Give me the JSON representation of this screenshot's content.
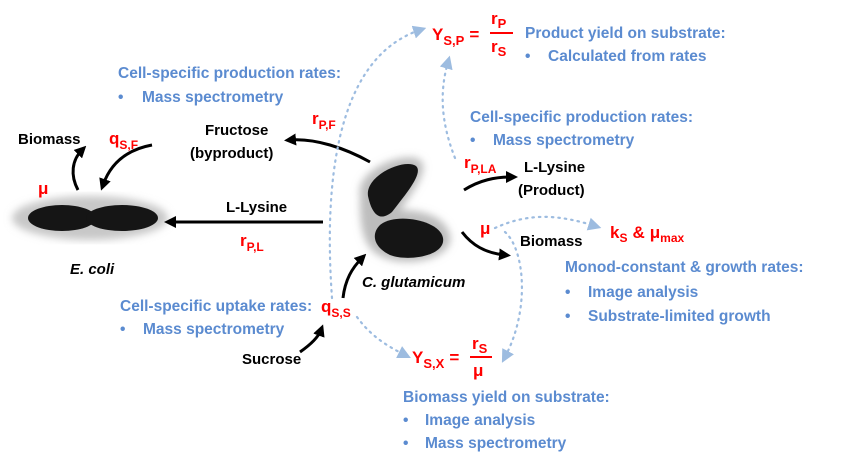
{
  "left_info": {
    "title": "Cell-specific production rates:",
    "bullets": [
      "Mass spectrometry"
    ]
  },
  "left_biomass": "Biomass",
  "q_sf": {
    "main": "q",
    "sub": "S,F"
  },
  "mu_left": "μ",
  "fructose": {
    "line1": "Fructose",
    "line2": "(byproduct)"
  },
  "r_pf": {
    "main": "r",
    "sub": "P,F"
  },
  "l_lysine_left": "L-Lysine",
  "r_pl": {
    "main": "r",
    "sub": "P,L"
  },
  "ecoli_label": "E. coli",
  "cglut_label": "C. glutamicum",
  "ysp": {
    "main": "Y",
    "sub": "S,P",
    "eq": "=",
    "num_main": "r",
    "num_sub": "P",
    "den_main": "r",
    "den_sub": "S"
  },
  "product_yield": {
    "title": "Product yield on substrate:",
    "bullets": [
      "Calculated from rates"
    ]
  },
  "right_info": {
    "title": "Cell-specific production rates:",
    "bullets": [
      "Mass spectrometry"
    ]
  },
  "r_pla": {
    "main": "r",
    "sub": "P,LA"
  },
  "l_lysine_product": {
    "line1": "L-Lysine",
    "line2": "(Product)"
  },
  "mu_right": "μ",
  "right_biomass": "Biomass",
  "ks_mumax": {
    "k": "k",
    "k_sub": "S",
    "amp": "&",
    "mu": "μ",
    "mu_sub": "max"
  },
  "monod_info": {
    "title": "Monod-constant & growth rates:",
    "bullets": [
      "Image analysis",
      "Substrate-limited growth"
    ]
  },
  "uptake_info": {
    "title": "Cell-specific uptake rates:",
    "bullets": [
      "Mass spectrometry"
    ]
  },
  "q_ss": {
    "main": "q",
    "sub": "S,S"
  },
  "sucrose": "Sucrose",
  "ysx": {
    "main": "Y",
    "sub": "S,X",
    "eq": "=",
    "num_main": "r",
    "num_sub": "S",
    "den": "μ"
  },
  "biomass_yield": {
    "title": "Biomass yield on substrate:",
    "bullets": [
      "Image analysis",
      "Mass spectrometry"
    ]
  },
  "bullet_char": "•",
  "colors": {
    "red": "#ff0000",
    "blue": "#5b8bd0",
    "dotted": "#9dbce0"
  }
}
